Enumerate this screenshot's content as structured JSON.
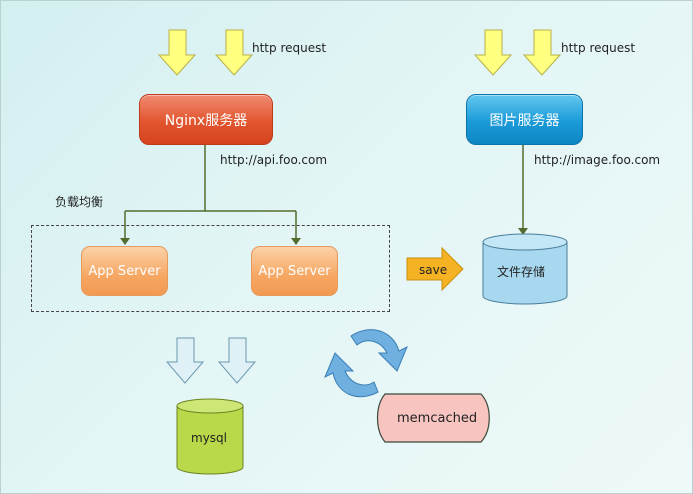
{
  "top_left": {
    "request_label": "http request"
  },
  "top_right": {
    "request_label": "http request"
  },
  "nginx": {
    "label": "Nginx服务器",
    "domain": "http://api.foo.com"
  },
  "image_server": {
    "label": "图片服务器",
    "domain": "http://image.foo.com"
  },
  "load_balance": {
    "label": "负载均衡"
  },
  "app_servers": [
    {
      "label": "App Server"
    },
    {
      "label": "App Server"
    }
  ],
  "save": {
    "label": "save"
  },
  "file_storage": {
    "label": "文件存储"
  },
  "mysql": {
    "label": "mysql"
  },
  "memcached": {
    "label": "memcached"
  },
  "colors": {
    "nginx": "#e2552f",
    "image_server": "#1a9ad8",
    "app_server": "#f6a763",
    "file_storage": "#a7d8f0",
    "mysql": "#b9d84a",
    "memcached": "#f7c4c0",
    "request_arrow": "#ffff80",
    "db_arrow": "#dff1f7",
    "save_arrow": "#f5b324",
    "cycle_arrow": "#6fb0e0",
    "connector": "#556b2f"
  }
}
